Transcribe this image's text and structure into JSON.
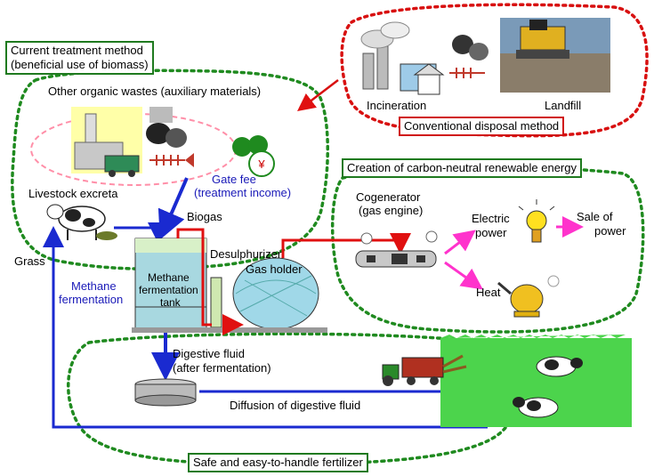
{
  "labels": {
    "current_method_line1": "Current treatment method",
    "current_method_line2": "(beneficial use of biomass)",
    "other_wastes": "Other organic wastes (auxiliary materials)",
    "incineration": "Incineration",
    "landfill": "Landfill",
    "conventional": "Conventional disposal method",
    "gate_fee_line1": "Gate fee",
    "gate_fee_line2": "(treatment income)",
    "livestock": "Livestock excreta",
    "creation": "Creation of carbon-neutral renewable energy",
    "cogenerator_line1": "Cogenerator",
    "cogenerator_line2": "(gas engine)",
    "biogas": "Biogas",
    "electric_line1": "Electric",
    "electric_line2": "power",
    "sale_line1": "Sale of",
    "sale_line2": "power",
    "grass": "Grass",
    "desulphurizer": "Desulphurizer",
    "gas_holder": "Gas holder",
    "methane_line1": "Methane",
    "methane_line2": "fermentation",
    "tank_line1": "Methane",
    "tank_line2": "fermentation",
    "tank_line3": "tank",
    "heat": "Heat",
    "digestive_line1": "Digestive fluid",
    "digestive_line2": "(after fermentation)",
    "diffusion": "Diffusion of digestive fluid",
    "safe": "Safe and easy-to-handle fertilizer"
  },
  "colors": {
    "green_dotted": "#1f8a1f",
    "red_dotted": "#d81010",
    "arrow_blue": "#1a2ad0",
    "pipe_red": "#e01010",
    "magenta": "#ff33cc",
    "gate_fee_blue": "#1a1ab8"
  },
  "icons": {
    "factory": "factory-icon",
    "garbage": "garbage-bags-icon",
    "landfill": "landfill-bulldozer-icon",
    "cow": "cow-icon",
    "money": "money-bag-icon",
    "bulb": "light-bulb-icon",
    "kettle": "kettle-icon",
    "engine": "gas-engine-icon",
    "tractor": "tractor-icon",
    "storage": "storage-tank-icon"
  }
}
